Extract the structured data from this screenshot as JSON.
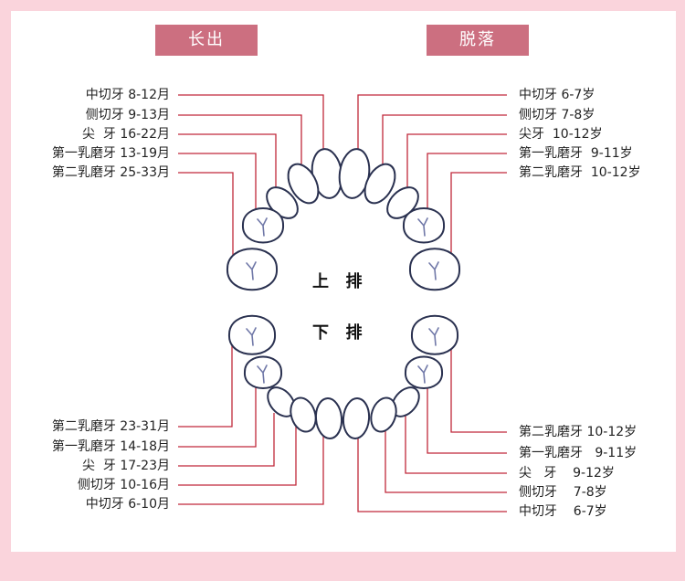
{
  "headers": {
    "erupt": "长出",
    "shed": "脱落"
  },
  "upper_label": "上  排",
  "lower_label": "下  排",
  "upper_erupt": [
    "中切牙 8-12月",
    "侧切牙 9-13月",
    "尖  牙 16-22月",
    "第一乳磨牙 13-19月",
    "第二乳磨牙 25-33月"
  ],
  "upper_shed": [
    "中切牙 6-7岁",
    "侧切牙 7-8岁",
    "尖牙  10-12岁",
    "第一乳磨牙  9-11岁",
    "第二乳磨牙  10-12岁"
  ],
  "lower_erupt": [
    "第二乳磨牙 23-31月",
    "第一乳磨牙 14-18月",
    "尖  牙 17-23月",
    "侧切牙 10-16月",
    "中切牙 6-10月"
  ],
  "lower_shed": [
    "第二乳磨牙 10-12岁",
    "第一乳磨牙   9-11岁",
    "尖   牙    9-12岁",
    "侧切牙    7-8岁",
    "中切牙    6-7岁"
  ],
  "colors": {
    "frame": "#fad4dc",
    "header": "#cc6f80",
    "leader": "#c0283a",
    "tooth_outline": "#2a3150",
    "tooth_mark": "#7078a8"
  }
}
